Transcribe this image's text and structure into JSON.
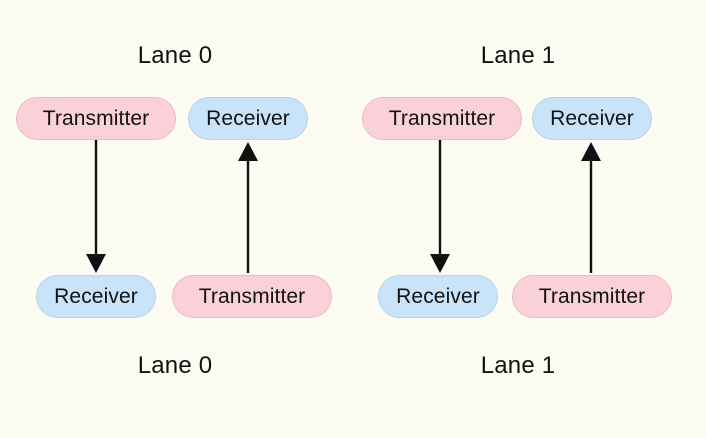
{
  "diagram": {
    "title_top_left": "Lane 0",
    "title_top_right": "Lane 1",
    "title_bottom_left": "Lane 0",
    "title_bottom_right": "Lane 1",
    "background_color": "#fdfcf3",
    "transmitter_fill": "#fad1d8",
    "transmitter_stroke": "#e9bcc4",
    "receiver_fill": "#c9e3f8",
    "receiver_stroke": "#b4d4ec",
    "arrow_color": "#111111"
  },
  "lanes": [
    {
      "id": "lane-0",
      "top_label": "Lane 0",
      "bottom_label": "Lane 0",
      "nodes": {
        "top_left": "Transmitter",
        "top_right": "Receiver",
        "bottom_left": "Receiver",
        "bottom_right": "Transmitter"
      },
      "arrows": [
        {
          "name": "lane-0-downlink",
          "from": "Transmitter",
          "to": "Receiver",
          "direction": "down"
        },
        {
          "name": "lane-0-uplink",
          "from": "Transmitter",
          "to": "Receiver",
          "direction": "up"
        }
      ]
    },
    {
      "id": "lane-1",
      "top_label": "Lane 1",
      "bottom_label": "Lane 1",
      "nodes": {
        "top_left": "Transmitter",
        "top_right": "Receiver",
        "bottom_left": "Receiver",
        "bottom_right": "Transmitter"
      },
      "arrows": [
        {
          "name": "lane-1-downlink",
          "from": "Transmitter",
          "to": "Receiver",
          "direction": "down"
        },
        {
          "name": "lane-1-uplink",
          "from": "Transmitter",
          "to": "Receiver",
          "direction": "up"
        }
      ]
    }
  ]
}
